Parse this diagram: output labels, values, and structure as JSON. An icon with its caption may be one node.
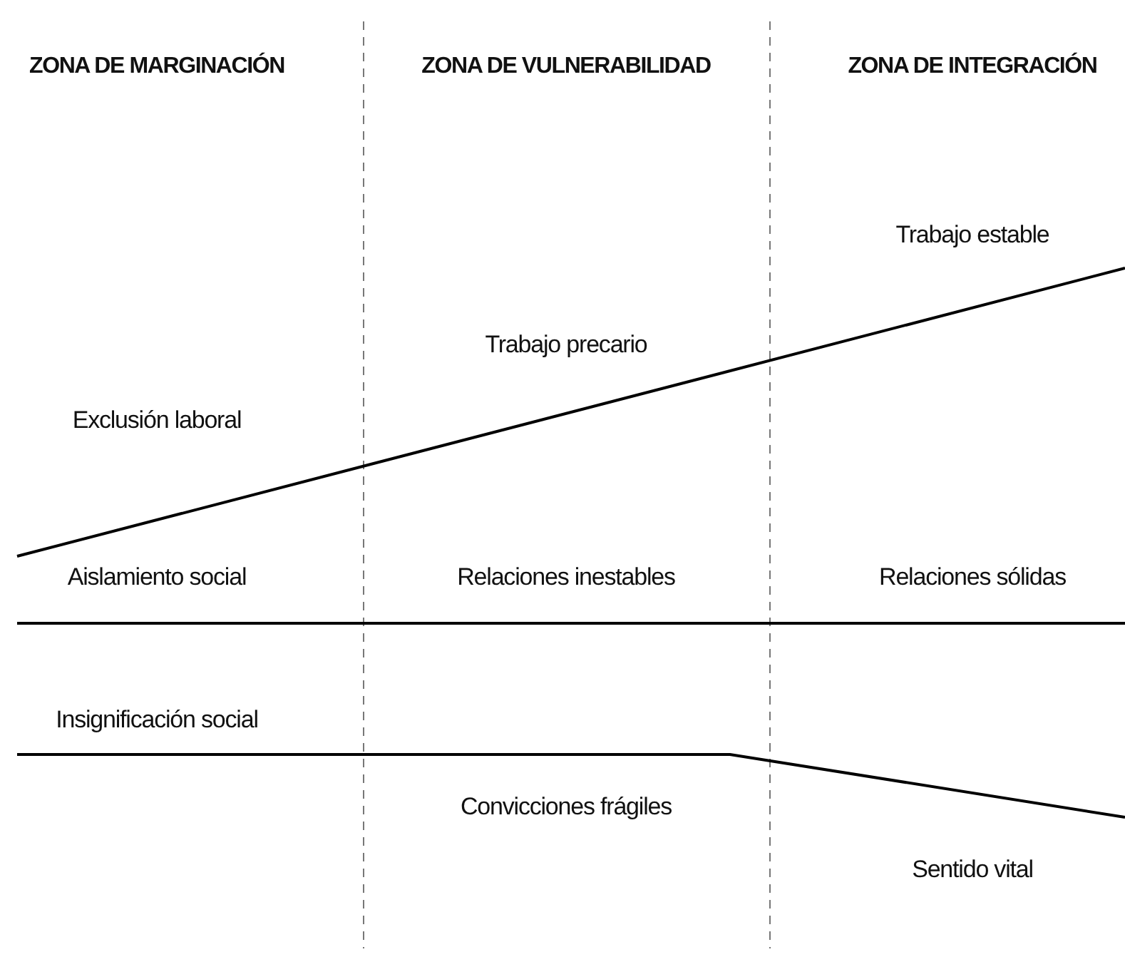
{
  "diagram": {
    "labels": [
      "ZONA DE MARGINACIÓN",
      "ZONA DE VULNERABILIDAD",
      "ZONA DE INTEGRACIÓN",
      "Trabajo estable",
      "Trabajo precario",
      "Exclusión laboral",
      "Aislamiento social",
      "Relaciones inestables",
      "Relaciones sólidas",
      "Insignificación social",
      "Convicciones frágiles",
      "Sentido vital"
    ]
  }
}
